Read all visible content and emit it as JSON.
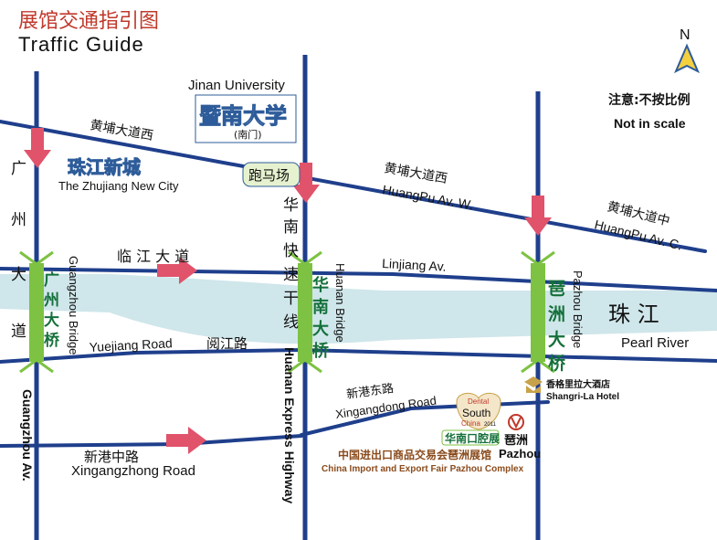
{
  "header": {
    "title_cn": "展馆交通指引图",
    "title_en": "Traffic Guide",
    "title_cn_color": "#c0392b"
  },
  "compass": {
    "north_label": "N"
  },
  "scale_note": {
    "cn": "注意:不按比例",
    "en": "Not in scale"
  },
  "colors": {
    "road": "#1f3f8c",
    "bridge": "#7dc242",
    "river": "#cfe6ea",
    "arrow": "#e0536b",
    "title_red": "#c0392b"
  },
  "roads": {
    "huangpu_w_cn_top": "黄埔大道西",
    "huangpu_w_cn": "黄埔大道西",
    "huangpu_w_en": "HuangPu Av. W.",
    "huangpu_c_cn": "黄埔大道中",
    "huangpu_c_en": "HuangPu Av. C.",
    "linjiang_cn": "临 江 大 道",
    "linjiang_en": "Linjiang Av.",
    "yuejiang_en": "Yuejiang Road",
    "yuejiang_cn": "阅江路",
    "xingangdong_cn": "新港东路",
    "xingangdong_en": "Xingangdong Road",
    "xingangzhong_cn": "新港中路",
    "xingangzhong_en": "Xingangzhong Road",
    "guangzhou_av_cn": [
      "广",
      "州",
      "大",
      "道"
    ],
    "guangzhou_av_en": "Guangzhou Av.",
    "huanan_exp_cn": [
      "华",
      "南",
      "快",
      "速",
      "干",
      "线"
    ],
    "huanan_exp_en": "Huanan Express Highway"
  },
  "bridges": {
    "guangzhou_cn": [
      "广",
      "州",
      "大",
      "桥"
    ],
    "guangzhou_en": "Guangzhou Bridge",
    "huanan_cn": [
      "华",
      "南",
      "大",
      "桥"
    ],
    "huanan_en": "Huanan Bridge",
    "pazhou_cn": [
      "琶",
      "洲",
      "大",
      "桥"
    ],
    "pazhou_en": "Pazhou Bridge"
  },
  "river": {
    "cn": "珠 江",
    "en": "Pearl River"
  },
  "landmarks": {
    "jinan_en": "Jinan University",
    "jinan_cn": "暨南大学",
    "jinan_gate": "(南门)",
    "zhujiang_cn": "珠江新城",
    "zhujiang_en": "The Zhujiang New City",
    "racecourse": "跑马场",
    "shangrila_cn": "香格里拉大酒店",
    "shangrila_en": "Shangri-La Hotel",
    "dental_top": "Dental",
    "dental_main": "South",
    "dental_china": "China",
    "dental_year": "2011",
    "dental_cn": "华南口腔展",
    "pazhou_station_cn": "琶洲",
    "pazhou_station_en": "Pazhou",
    "complex_cn": "中国进出口商品交易会琶洲展馆",
    "complex_en": "China Import and Export Fair Pazhou Complex"
  }
}
